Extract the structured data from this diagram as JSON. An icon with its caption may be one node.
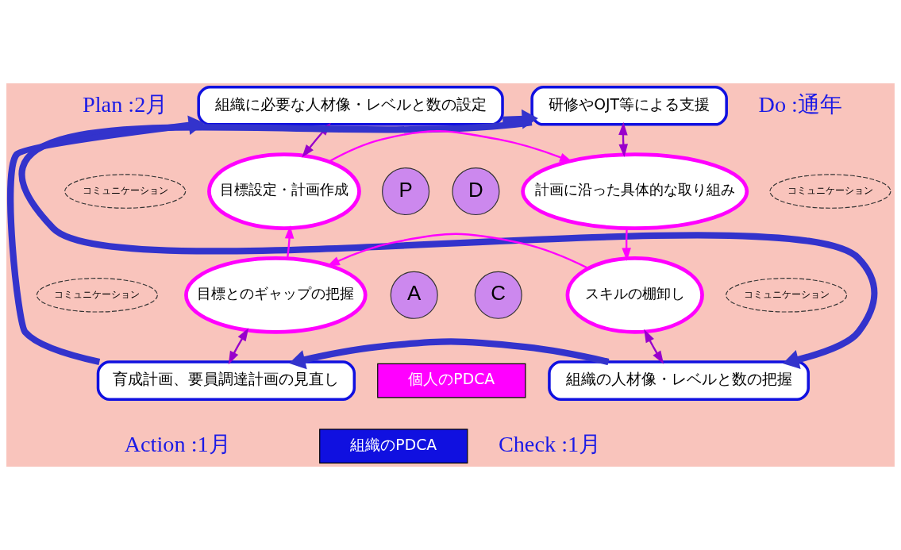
{
  "diagram": {
    "nodes": [
      {
        "text": [
          "組織に必要な人材像・レベルと数の設定"
        ]
      },
      {
        "text": [
          "研修やOJT等による支援"
        ]
      },
      {
        "text": [
          "組織の人材像・レベルと数の把握"
        ]
      },
      {
        "text": [
          "育成計画、要員調達計画の見直し"
        ]
      },
      {
        "text": [
          "目標設定・計画作成"
        ]
      },
      {
        "text": [
          "計画に沿った具体的な取り組み"
        ]
      },
      {
        "text": [
          "スキルの棚卸し"
        ]
      },
      {
        "text": [
          "目標とのギャップの把握"
        ]
      },
      {
        "text": [
          "コミュニケーション"
        ]
      },
      {
        "text": [
          "コミュニケーション"
        ]
      },
      {
        "text": [
          "コミュニケーション"
        ]
      },
      {
        "text": [
          "コミュニケーション"
        ]
      },
      {
        "text": [
          "P"
        ]
      },
      {
        "text": [
          "D"
        ]
      },
      {
        "text": [
          "C"
        ]
      },
      {
        "text": [
          "A"
        ]
      },
      {
        "text": [
          "個人のPDCA"
        ]
      },
      {
        "text": [
          "組織のPDCA"
        ]
      }
    ],
    "edges": [
      {
        "from": 0,
        "to": 1,
        "arrow": "to",
        "style": "thick",
        "color": "#3333cc"
      },
      {
        "from": 1,
        "to": 2,
        "arrow": "to",
        "style": "thick",
        "color": "#3333cc"
      },
      {
        "from": 2,
        "to": 3,
        "arrow": "to",
        "style": "thick",
        "color": "#3333cc"
      },
      {
        "from": 3,
        "to": 0,
        "arrow": "to",
        "style": "thick",
        "color": "#3333cc"
      },
      {
        "from": 4,
        "to": 5,
        "arrow": "to",
        "color": "#ff00ff"
      },
      {
        "from": 5,
        "to": 6,
        "arrow": "to",
        "color": "#ff00ff"
      },
      {
        "from": 6,
        "to": 7,
        "arrow": "to",
        "color": "#ff00ff"
      },
      {
        "from": 7,
        "to": 4,
        "arrow": "to",
        "color": "#ff00ff"
      },
      {
        "from": 0,
        "to": 4,
        "arrow": "both",
        "color": "#9900cc"
      },
      {
        "from": 1,
        "to": 5,
        "arrow": "both",
        "color": "#9900cc"
      },
      {
        "from": 6,
        "to": 2,
        "arrow": "both",
        "color": "#9900cc"
      },
      {
        "from": 7,
        "to": 3,
        "arrow": "both",
        "color": "#9900cc"
      }
    ],
    "labels": [
      "Plan :2月",
      "Do :通年",
      "Action :1月",
      "Check :1月"
    ]
  }
}
